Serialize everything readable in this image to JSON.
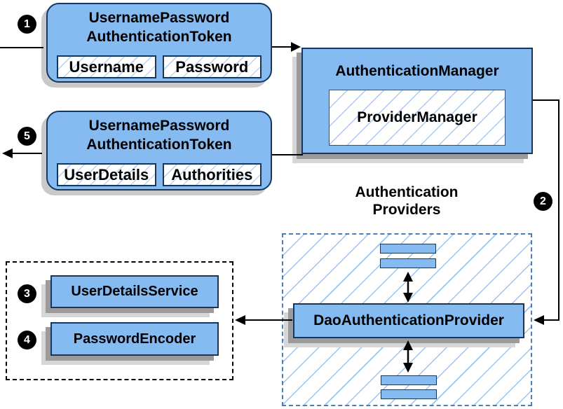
{
  "steps": {
    "one": "1",
    "two": "2",
    "three": "3",
    "four": "4",
    "five": "5"
  },
  "request_token": {
    "title_line1": "UsernamePassword",
    "title_line2": "AuthenticationToken",
    "fields": [
      "Username",
      "Password"
    ]
  },
  "auth_manager": {
    "title": "AuthenticationManager",
    "inner": "ProviderManager"
  },
  "result_token": {
    "title_line1": "UsernamePassword",
    "title_line2": "AuthenticationToken",
    "fields": [
      "UserDetails",
      "Authorities"
    ]
  },
  "providers": {
    "label_line1": "Authentication",
    "label_line2": "Providers",
    "provider": "DaoAuthenticationProvider"
  },
  "collaborators": {
    "items": [
      "UserDetailsService",
      "PasswordEncoder"
    ]
  },
  "colors": {
    "node_fill": "#85bbf0",
    "node_border": "#16365c",
    "hatch_line": "#a9c9f0",
    "providers_dashed_border": "#4a7ebb",
    "collaborators_dotted_border": "#000000",
    "shadow_dark": "#9b9b9b",
    "shadow_light": "#d6d6d6",
    "badge_bg": "#000000",
    "badge_text": "#ffffff"
  }
}
